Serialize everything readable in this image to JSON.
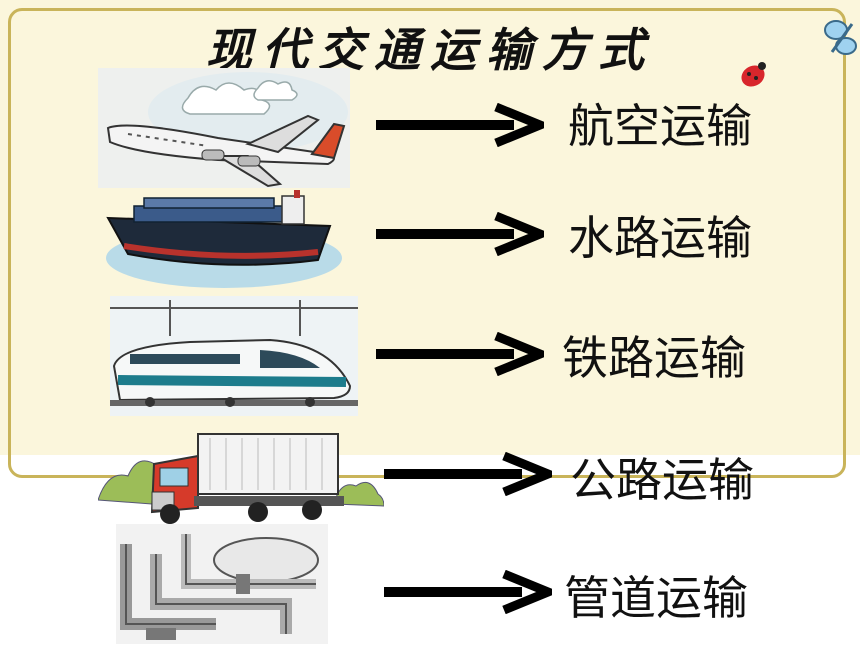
{
  "slide": {
    "title": "现代交通运输方式",
    "items": [
      {
        "label": "航空运输",
        "icon": "airplane-icon"
      },
      {
        "label": "水路运输",
        "icon": "cargo-ship-icon"
      },
      {
        "label": "铁路运输",
        "icon": "bullet-train-icon"
      },
      {
        "label": "公路运输",
        "icon": "truck-icon"
      },
      {
        "label": "管道运输",
        "icon": "pipeline-icon"
      }
    ]
  },
  "colors": {
    "board": "#fbf6dc",
    "frame": "#c9b45a",
    "ink": "#111111"
  }
}
